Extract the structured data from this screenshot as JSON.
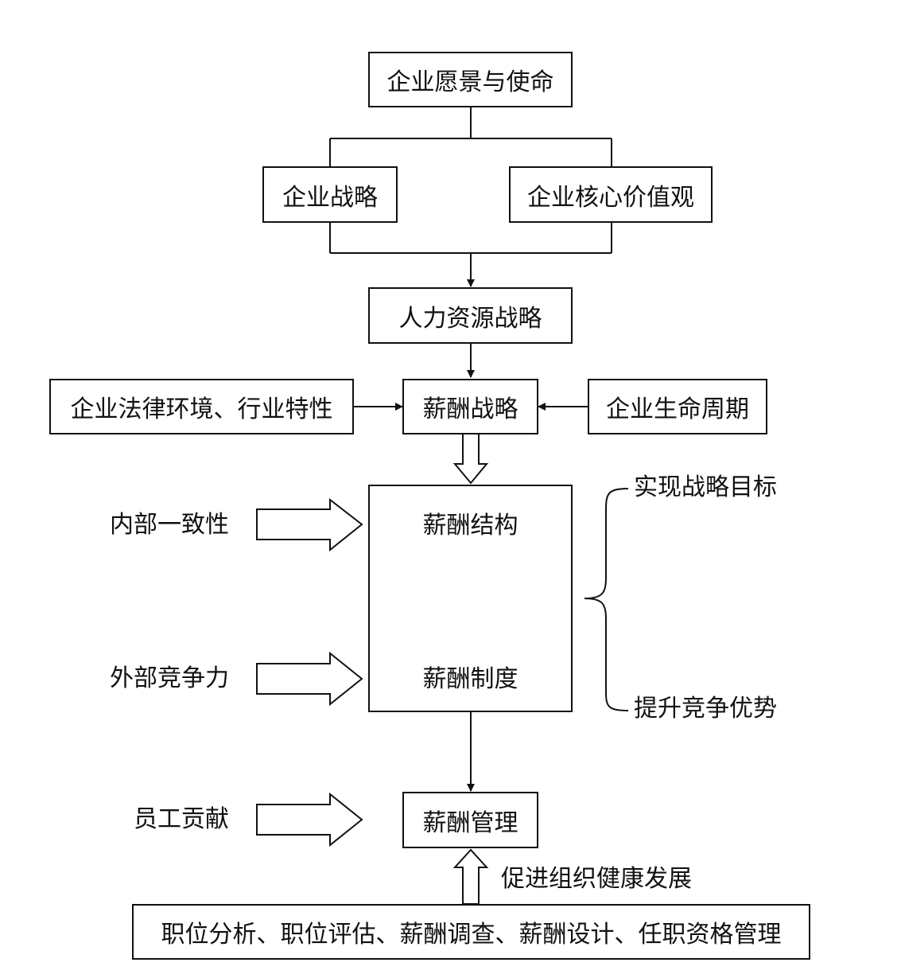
{
  "nodes": {
    "vision": "企业愿景与使命",
    "strategy": "企业战略",
    "core_values": "企业核心价值观",
    "hr_strategy": "人力资源战略",
    "legal_env": "企业法律环境、行业特性",
    "pay_strategy": "薪酬战略",
    "life_cycle": "企业生命周期",
    "pay_structure": "薪酬结构",
    "pay_system": "薪酬制度",
    "pay_management": "薪酬管理",
    "foundation": "职位分析、职位评估、薪酬调查、薪酬设计、任职资格管理"
  },
  "inputs": {
    "internal": "内部一致性",
    "external": "外部竞争力",
    "employee": "员工贡献"
  },
  "outcomes": {
    "goal": "实现战略目标",
    "advantage": "提升竞争优势",
    "health": "促进组织健康发展"
  }
}
